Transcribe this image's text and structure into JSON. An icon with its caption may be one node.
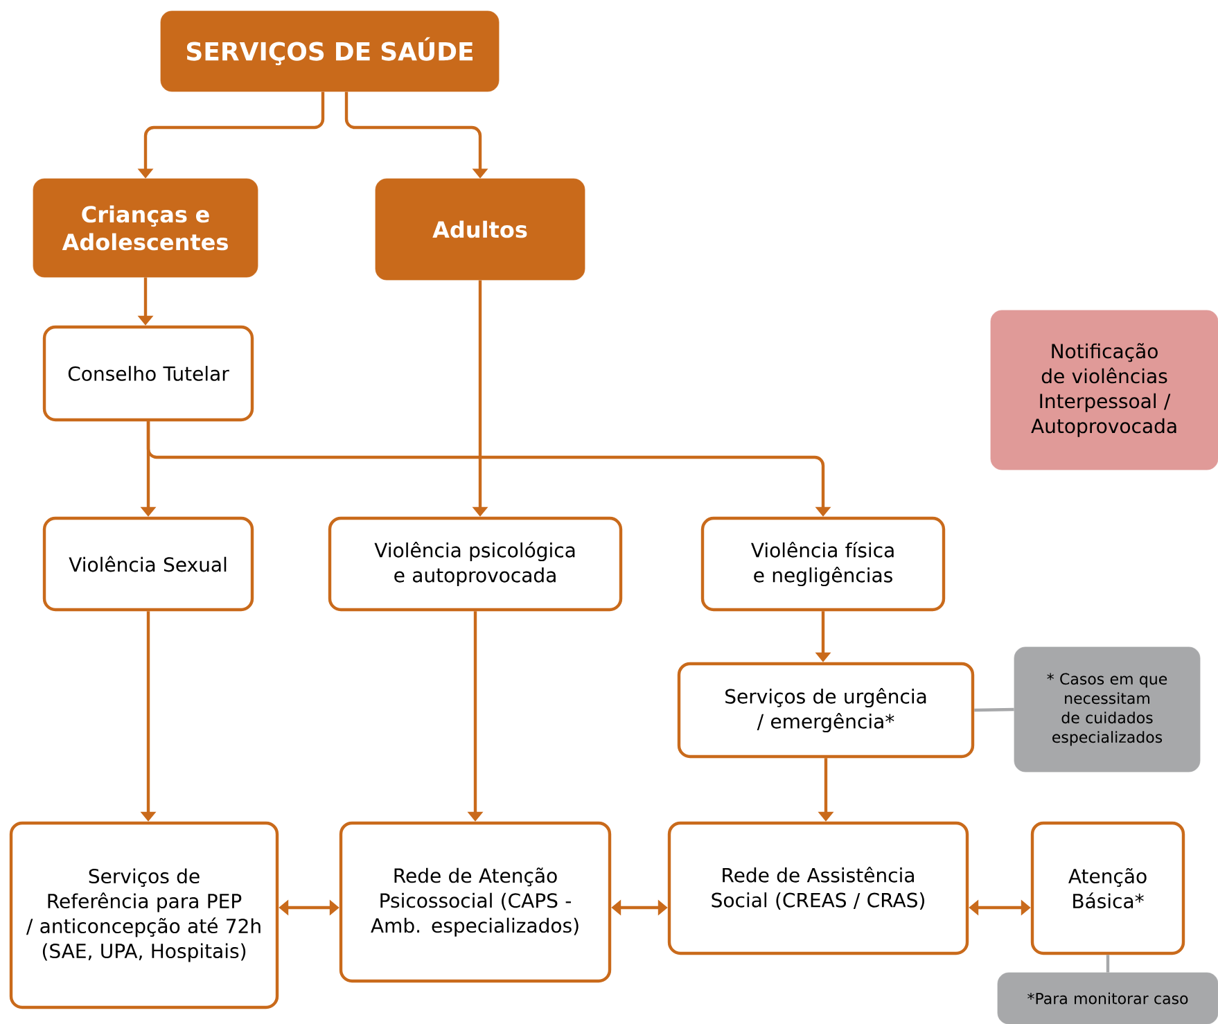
{
  "diagram": {
    "nodes": [
      {
        "text": [
          "SERVIÇOS DE SAÚDE"
        ]
      },
      {
        "text": [
          "Crianças e Adolescentes"
        ]
      },
      {
        "text": [
          "Adultos"
        ]
      },
      {
        "text": [
          "Conselho Tutelar"
        ]
      },
      {
        "text": [
          "Notificação de violências Interpessoal / Autoprovocada"
        ]
      },
      {
        "text": [
          "Violência Sexual"
        ]
      },
      {
        "text": [
          "Violência psicológica e autoprovocada"
        ]
      },
      {
        "text": [
          "Violência física e negligências"
        ]
      },
      {
        "text": [
          "Serviços de urgência / emergência*"
        ]
      },
      {
        "text": [
          "* Casos em que necessitam de cuidados especializados"
        ]
      },
      {
        "text": [
          "Serviços de Referência para PEP / anticoncepção até 72h (SAE, UPA, Hospitais)"
        ]
      },
      {
        "text": [
          "Rede de Atenção Psicossocial (CAPS - Amb. especializados)"
        ]
      },
      {
        "text": [
          "Rede de Assistência Social (CREAS / CRAS)"
        ]
      },
      {
        "text": [
          "Atenção Básica*"
        ]
      },
      {
        "text": [
          "*Para monitorar caso"
        ]
      }
    ],
    "edges": [
      {
        "from": 0,
        "to": 1,
        "arrow": "to"
      },
      {
        "from": 0,
        "to": 2,
        "arrow": "to"
      },
      {
        "from": 1,
        "to": 3,
        "arrow": "to"
      },
      {
        "from": 3,
        "to": 5,
        "arrow": "to"
      },
      {
        "from": 3,
        "to": 7,
        "arrow": "to"
      },
      {
        "from": 2,
        "to": 6,
        "arrow": "to"
      },
      {
        "from": 5,
        "to": 10,
        "arrow": "to"
      },
      {
        "from": 6,
        "to": 11,
        "arrow": "to"
      },
      {
        "from": 7,
        "to": 8,
        "arrow": "to"
      },
      {
        "from": 8,
        "to": 12,
        "arrow": "to"
      },
      {
        "from": 10,
        "to": 11,
        "arrow": "both"
      },
      {
        "from": 11,
        "to": 12,
        "arrow": "both"
      },
      {
        "from": 12,
        "to": 13,
        "arrow": "both"
      },
      {
        "from": 8,
        "to": 9,
        "arrow": "none",
        "color": "#a7a8aa"
      },
      {
        "from": 13,
        "to": 14,
        "arrow": "none",
        "color": "#a7a8aa"
      }
    ]
  }
}
